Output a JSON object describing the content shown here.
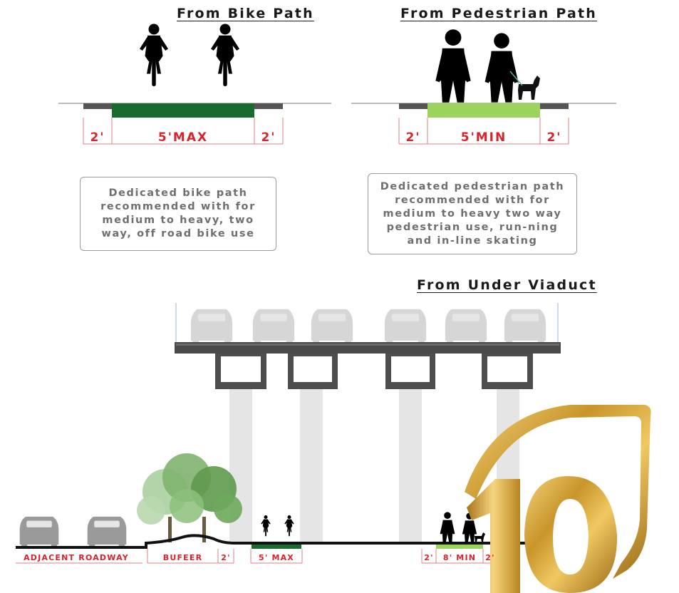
{
  "bike_section": {
    "heading": "From Bike Path",
    "left_buffer": "2'",
    "path_width": "5'MAX",
    "right_buffer": "2'",
    "note": "Dedicated bike path recommended with for medium to heavy, two way, off road bike use",
    "path_color": "#1a6b30"
  },
  "ped_section": {
    "heading": "From Pedestrian Path",
    "left_buffer": "2'",
    "path_width": "5'MIN",
    "right_buffer": "2'",
    "note": "Dedicated pedestrian path recommended with for medium to heavy two way pedestrian use, run-ning and in-line skating",
    "path_color": "#9bd35c"
  },
  "viaduct_section": {
    "heading": "From Under Viaduct",
    "labels": {
      "roadway": "ADJACENT ROADWAY",
      "buffer": "BUFEER",
      "buffer_gap": "2'",
      "bike": "5' MAX",
      "ped_left": "2'",
      "ped": "8' MIN",
      "ped_right": "2'"
    }
  },
  "colors": {
    "dimension_red": "#d8232a",
    "curb_gray": "#555555",
    "logo_gold": "#c99a2e"
  },
  "icons": [
    "cyclist-icon",
    "walker-icon",
    "dog-icon",
    "car-icon",
    "tree-icon",
    "gold-10-logo"
  ]
}
